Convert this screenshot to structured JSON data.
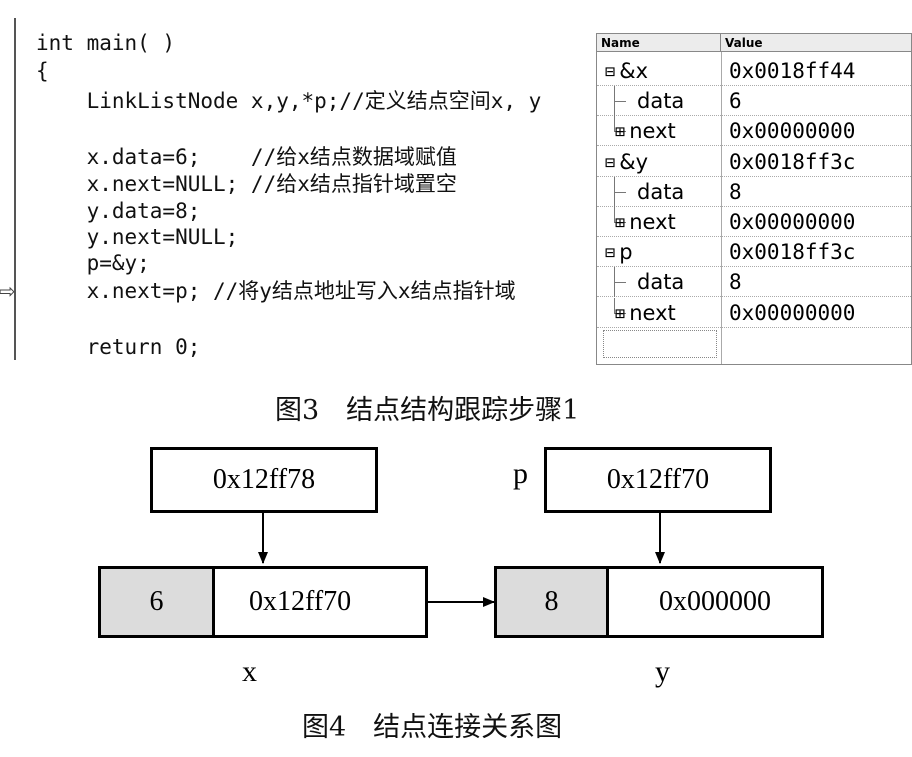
{
  "code": {
    "lines": [
      "int main( )",
      "{",
      "    LinkListNode x,y,*p;//定义结点空间x, y",
      "",
      "    x.data=6;    //给x结点数据域赋值",
      "    x.next=NULL; //给x结点指针域置空",
      "    y.data=8;",
      "    y.next=NULL;",
      "    p=&y;",
      "    x.next=p; //将y结点地址写入x结点指针域",
      "",
      "    return 0;"
    ],
    "exec_arrow": "⇨"
  },
  "watch": {
    "headers": {
      "name": "Name",
      "value": "Value"
    },
    "rows": [
      {
        "name": "&x",
        "value": "0x0018ff44",
        "level": 0,
        "expander": "⊟"
      },
      {
        "name": "data",
        "value": "6",
        "level": 1,
        "expander": ""
      },
      {
        "name": "next",
        "value": "0x00000000",
        "level": 1,
        "expander": "⊞"
      },
      {
        "name": "&y",
        "value": "0x0018ff3c",
        "level": 0,
        "expander": "⊟"
      },
      {
        "name": "data",
        "value": "8",
        "level": 1,
        "expander": ""
      },
      {
        "name": "next",
        "value": "0x00000000",
        "level": 1,
        "expander": "⊞"
      },
      {
        "name": "p",
        "value": "0x0018ff3c",
        "level": 0,
        "expander": "⊟"
      },
      {
        "name": "data",
        "value": "8",
        "level": 1,
        "expander": ""
      },
      {
        "name": "next",
        "value": "0x00000000",
        "level": 1,
        "expander": "⊞"
      }
    ]
  },
  "captions": {
    "fig3": "图3　结点结构跟踪步骤1",
    "fig4": "图4　结点连接关系图"
  },
  "diagram": {
    "x_ptr_box": "0x12ff78",
    "p_label": "p",
    "p_box": "0x12ff70",
    "node_x": {
      "data": "6",
      "next": "0x12ff70",
      "label": "x"
    },
    "node_y": {
      "data": "8",
      "next": "0x000000",
      "label": "y"
    }
  }
}
